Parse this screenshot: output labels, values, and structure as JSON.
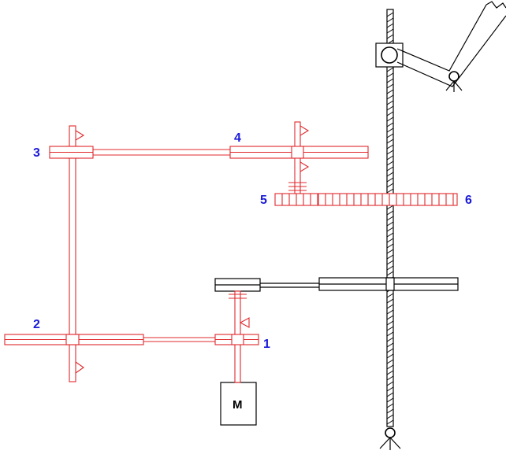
{
  "labels": {
    "gear1": "1",
    "gear2": "2",
    "gear3": "3",
    "gear4": "4",
    "gear5": "5",
    "gear6": "6",
    "motor": "M"
  },
  "colors": {
    "red_part": "#e0282c",
    "label_blue": "#1a1ad8",
    "black_part": "#000000",
    "background": "#ffffff"
  }
}
